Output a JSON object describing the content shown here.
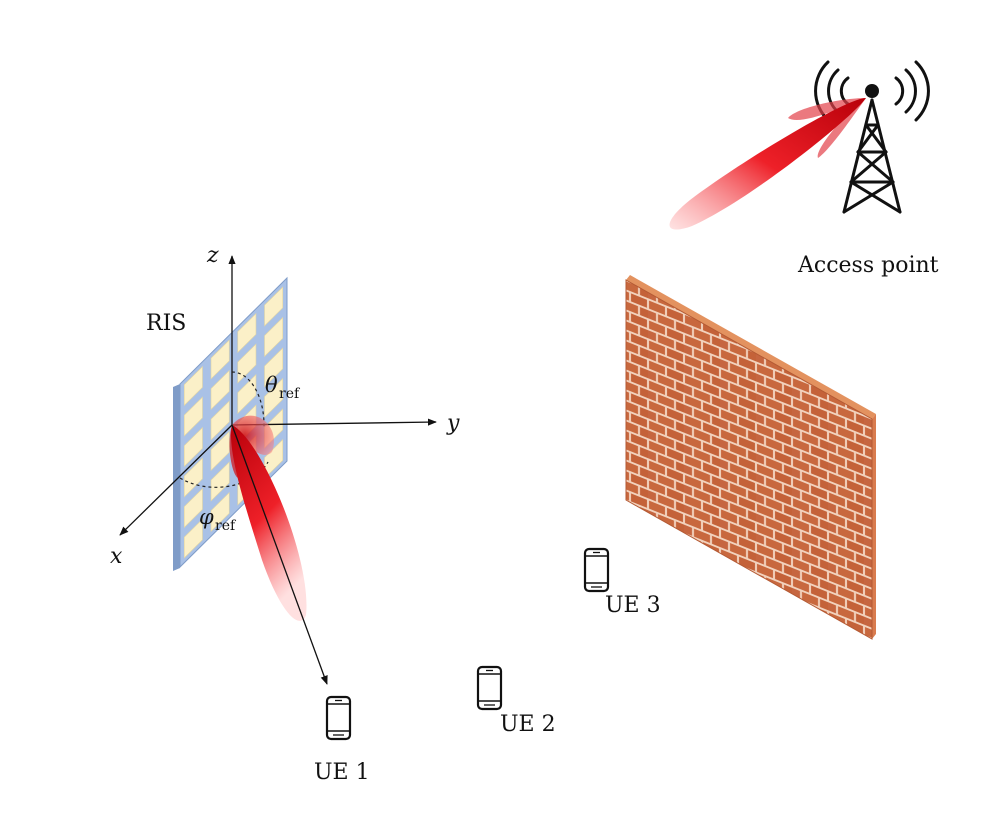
{
  "labels": {
    "ris": "RIS",
    "access_point": "Access point",
    "axis_x": "x",
    "axis_y": "y",
    "axis_z": "z",
    "theta_symbol": "θ",
    "theta_sub": "ref",
    "phi_symbol": "φ",
    "phi_sub": "ref",
    "ue1": "UE 1",
    "ue2": "UE 2",
    "ue3": "UE 3"
  },
  "colors": {
    "beam": "#e0141c",
    "brick": "#c8683e",
    "brick_light": "#e3925f",
    "mortar": "#f2d2bd",
    "ris_frame": "#a9c1e6",
    "ris_cell": "#fbf0c8"
  }
}
